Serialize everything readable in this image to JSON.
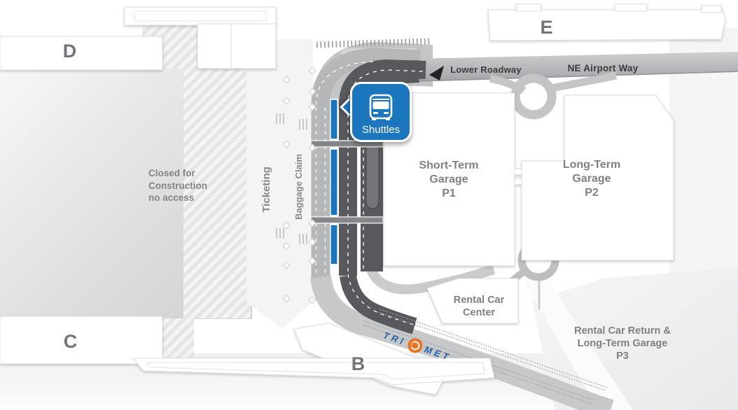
{
  "map": {
    "concourses": {
      "d": "D",
      "e": "E",
      "c": "C",
      "b": "B"
    },
    "construction": {
      "line1": "Closed for",
      "line2": "Construction",
      "line3": "no access"
    },
    "terminal": {
      "ticketing": "Ticketing",
      "baggage_claim": "Baggage Claim"
    },
    "roads": {
      "lower_roadway": "Lower Roadway",
      "ne_airport_way": "NE Airport Way"
    },
    "shuttle_stop": {
      "label": "Shuttles"
    },
    "parking": {
      "p1": {
        "line1": "Short-Term",
        "line2": "Garage",
        "line3": "P1"
      },
      "p2": {
        "line1": "Long-Term",
        "line2": "Garage",
        "line3": "P2"
      },
      "rental_car_center": {
        "line1": "Rental Car",
        "line2": "Center"
      },
      "p3": {
        "line1": "Rental Car Return &",
        "line2": "Long-Term Garage",
        "line3": "P3"
      }
    },
    "transit": {
      "brand_left": "TRI",
      "brand_right": "MET"
    },
    "colors": {
      "shuttle_blue": "#1b76bd",
      "road_dark": "#58595c",
      "road_light": "#b5b7b9",
      "trimet_blue": "#1d5fa7",
      "trimet_orange": "#e87424"
    }
  }
}
